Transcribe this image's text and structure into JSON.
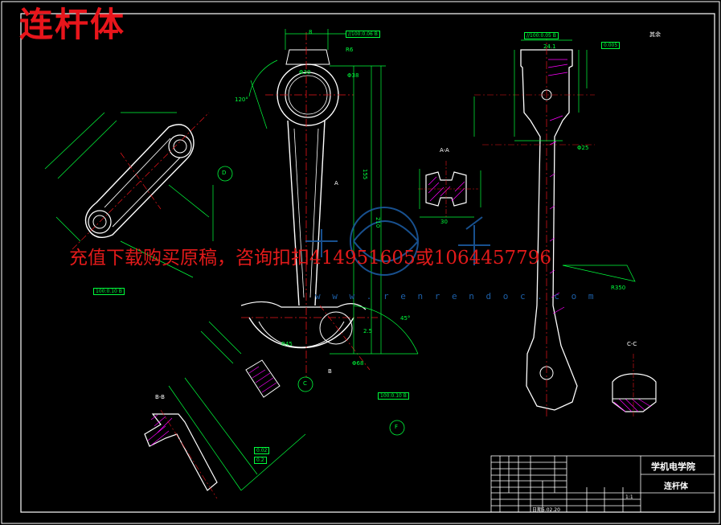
{
  "drawing_title": "连杆体",
  "watermark_text": "充值下载购买原稿，咨询扣扣414951605或1064457796",
  "watermark_url": "w w w . r e n  r e n d o c . c o m",
  "title_block": {
    "school": "学机电学院",
    "part_name": "连杆体",
    "scale": "1:1",
    "date": "日期5.02.20"
  },
  "surface_note": "其余",
  "section_labels": {
    "a_a": "A-A",
    "b_b": "B-B",
    "c_c": "C-C",
    "d_label": "D",
    "c_label": "C",
    "f_label": "F",
    "a_label": "A",
    "b_label": "B"
  },
  "tolerances": {
    "top": "//100:0.06 B",
    "top_right": "//100:0.05 B",
    "flat": "0.005",
    "left_view": "100:0.10 B",
    "bottom": "100:0.10 B",
    "small_1": "0.02",
    "small_2": "0.2"
  },
  "dimensions": {
    "d_top": "8",
    "d_phi1": "Φ30",
    "d_r": "R6",
    "d_phi2": "Φ38",
    "d_len": "155",
    "d_len2": "210",
    "d_r2": "R45",
    "d_phi3": "Φ68",
    "d_angle": "120°",
    "d_angle2": "45°",
    "d_w": "24.1",
    "d_side": "30",
    "d_phi_b": "Φ25",
    "d_r3": "R350",
    "d_thk": "2.5"
  },
  "colors": {
    "green": "#00ff3c",
    "cyan": "#00ffff",
    "white": "#ffffff",
    "red": "#e8151b",
    "magenta": "#ff00ff",
    "blue": "#1d5fa7"
  }
}
